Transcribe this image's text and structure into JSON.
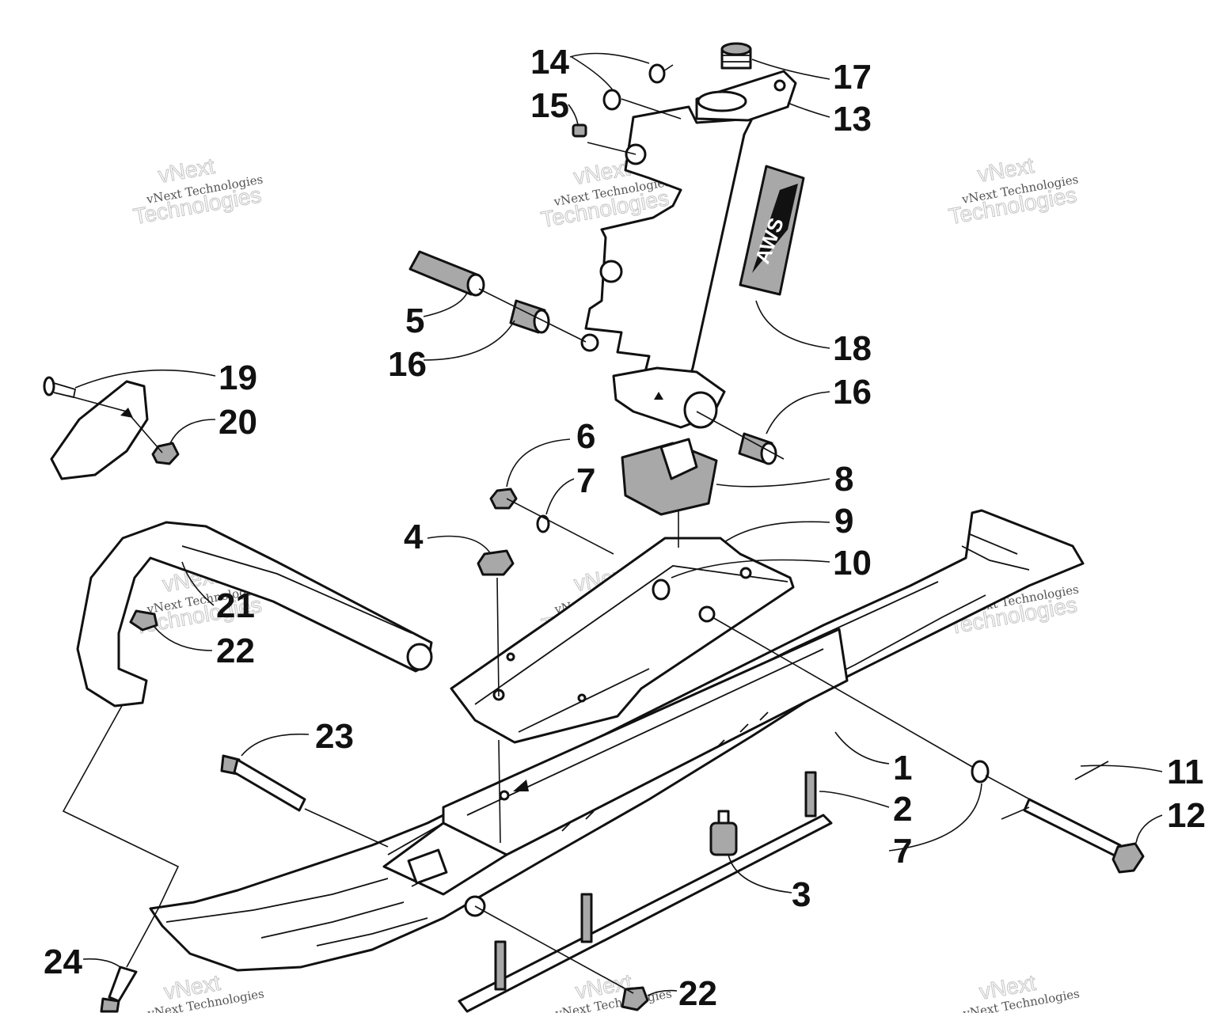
{
  "callouts": {
    "c1": "1",
    "c2": "2",
    "c3": "3",
    "c4": "4",
    "c5": "5",
    "c6": "6",
    "c7a": "7",
    "c7b": "7",
    "c8": "8",
    "c9": "9",
    "c10": "10",
    "c11": "11",
    "c12": "12",
    "c13": "13",
    "c14": "14",
    "c15": "15",
    "c16a": "16",
    "c16b": "16",
    "c17": "17",
    "c18": "18",
    "c19": "19",
    "c20": "20",
    "c21": "21",
    "c22a": "22",
    "c22b": "22",
    "c23": "23",
    "c24": "24"
  },
  "decal_text": "AWS",
  "watermark": {
    "company_line": "vNext Technologies",
    "brand_top": "vNext",
    "brand_bottom": "Technologies"
  }
}
